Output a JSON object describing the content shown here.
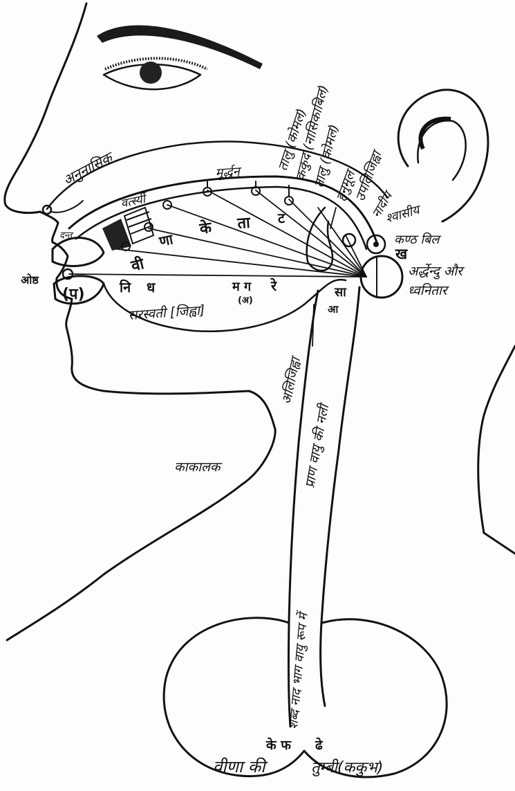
{
  "labels": {
    "anunasik": "अनुनासिक",
    "dant": "दन्त",
    "vartsya": "वर्त्स्यी",
    "murdhanya": "मूर्द्धन्",
    "talu_komal_1": "तालु (कोमल)",
    "kakud": "ककुद (नासिकाबिल)",
    "talu_komal_2": "तालु (कोमल)",
    "hanumul": "हनुमूल",
    "upjihva": "उपलिजिह्वा",
    "nadiy": "नादीय",
    "shvasiy": "श्वासीय",
    "kanth_bil": "कण्ठ बिल",
    "kha": "ख",
    "ardhendu": "अर्द्धेन्दु और",
    "dhvanitar": "ध्वनितार",
    "oshth": "ओष्ठ",
    "pa": "(प)",
    "ni": "नि",
    "dha": "ध",
    "ma_ga": "म ग",
    "a_bracket": "(अ)",
    "re": "रे",
    "sa": "सा",
    "aa": "आ",
    "vi": "वी",
    "na": "णा",
    "ke": "के",
    "ta": "ता",
    "cha": "ट",
    "saraswati": "सरस्वती [जिह्वा]",
    "alijihva": "अलिजिह्वा",
    "pran_vayu": "प्राण वायु की नली",
    "kakalak": "काकालक",
    "shabd_nad": "शब्द नाद भाग वायु रूप में",
    "ke_pha": "के फ",
    "dhe": "ढे",
    "veena_ki": "वीणा की",
    "tumbi": "तुम्बी(ककुभ)"
  }
}
